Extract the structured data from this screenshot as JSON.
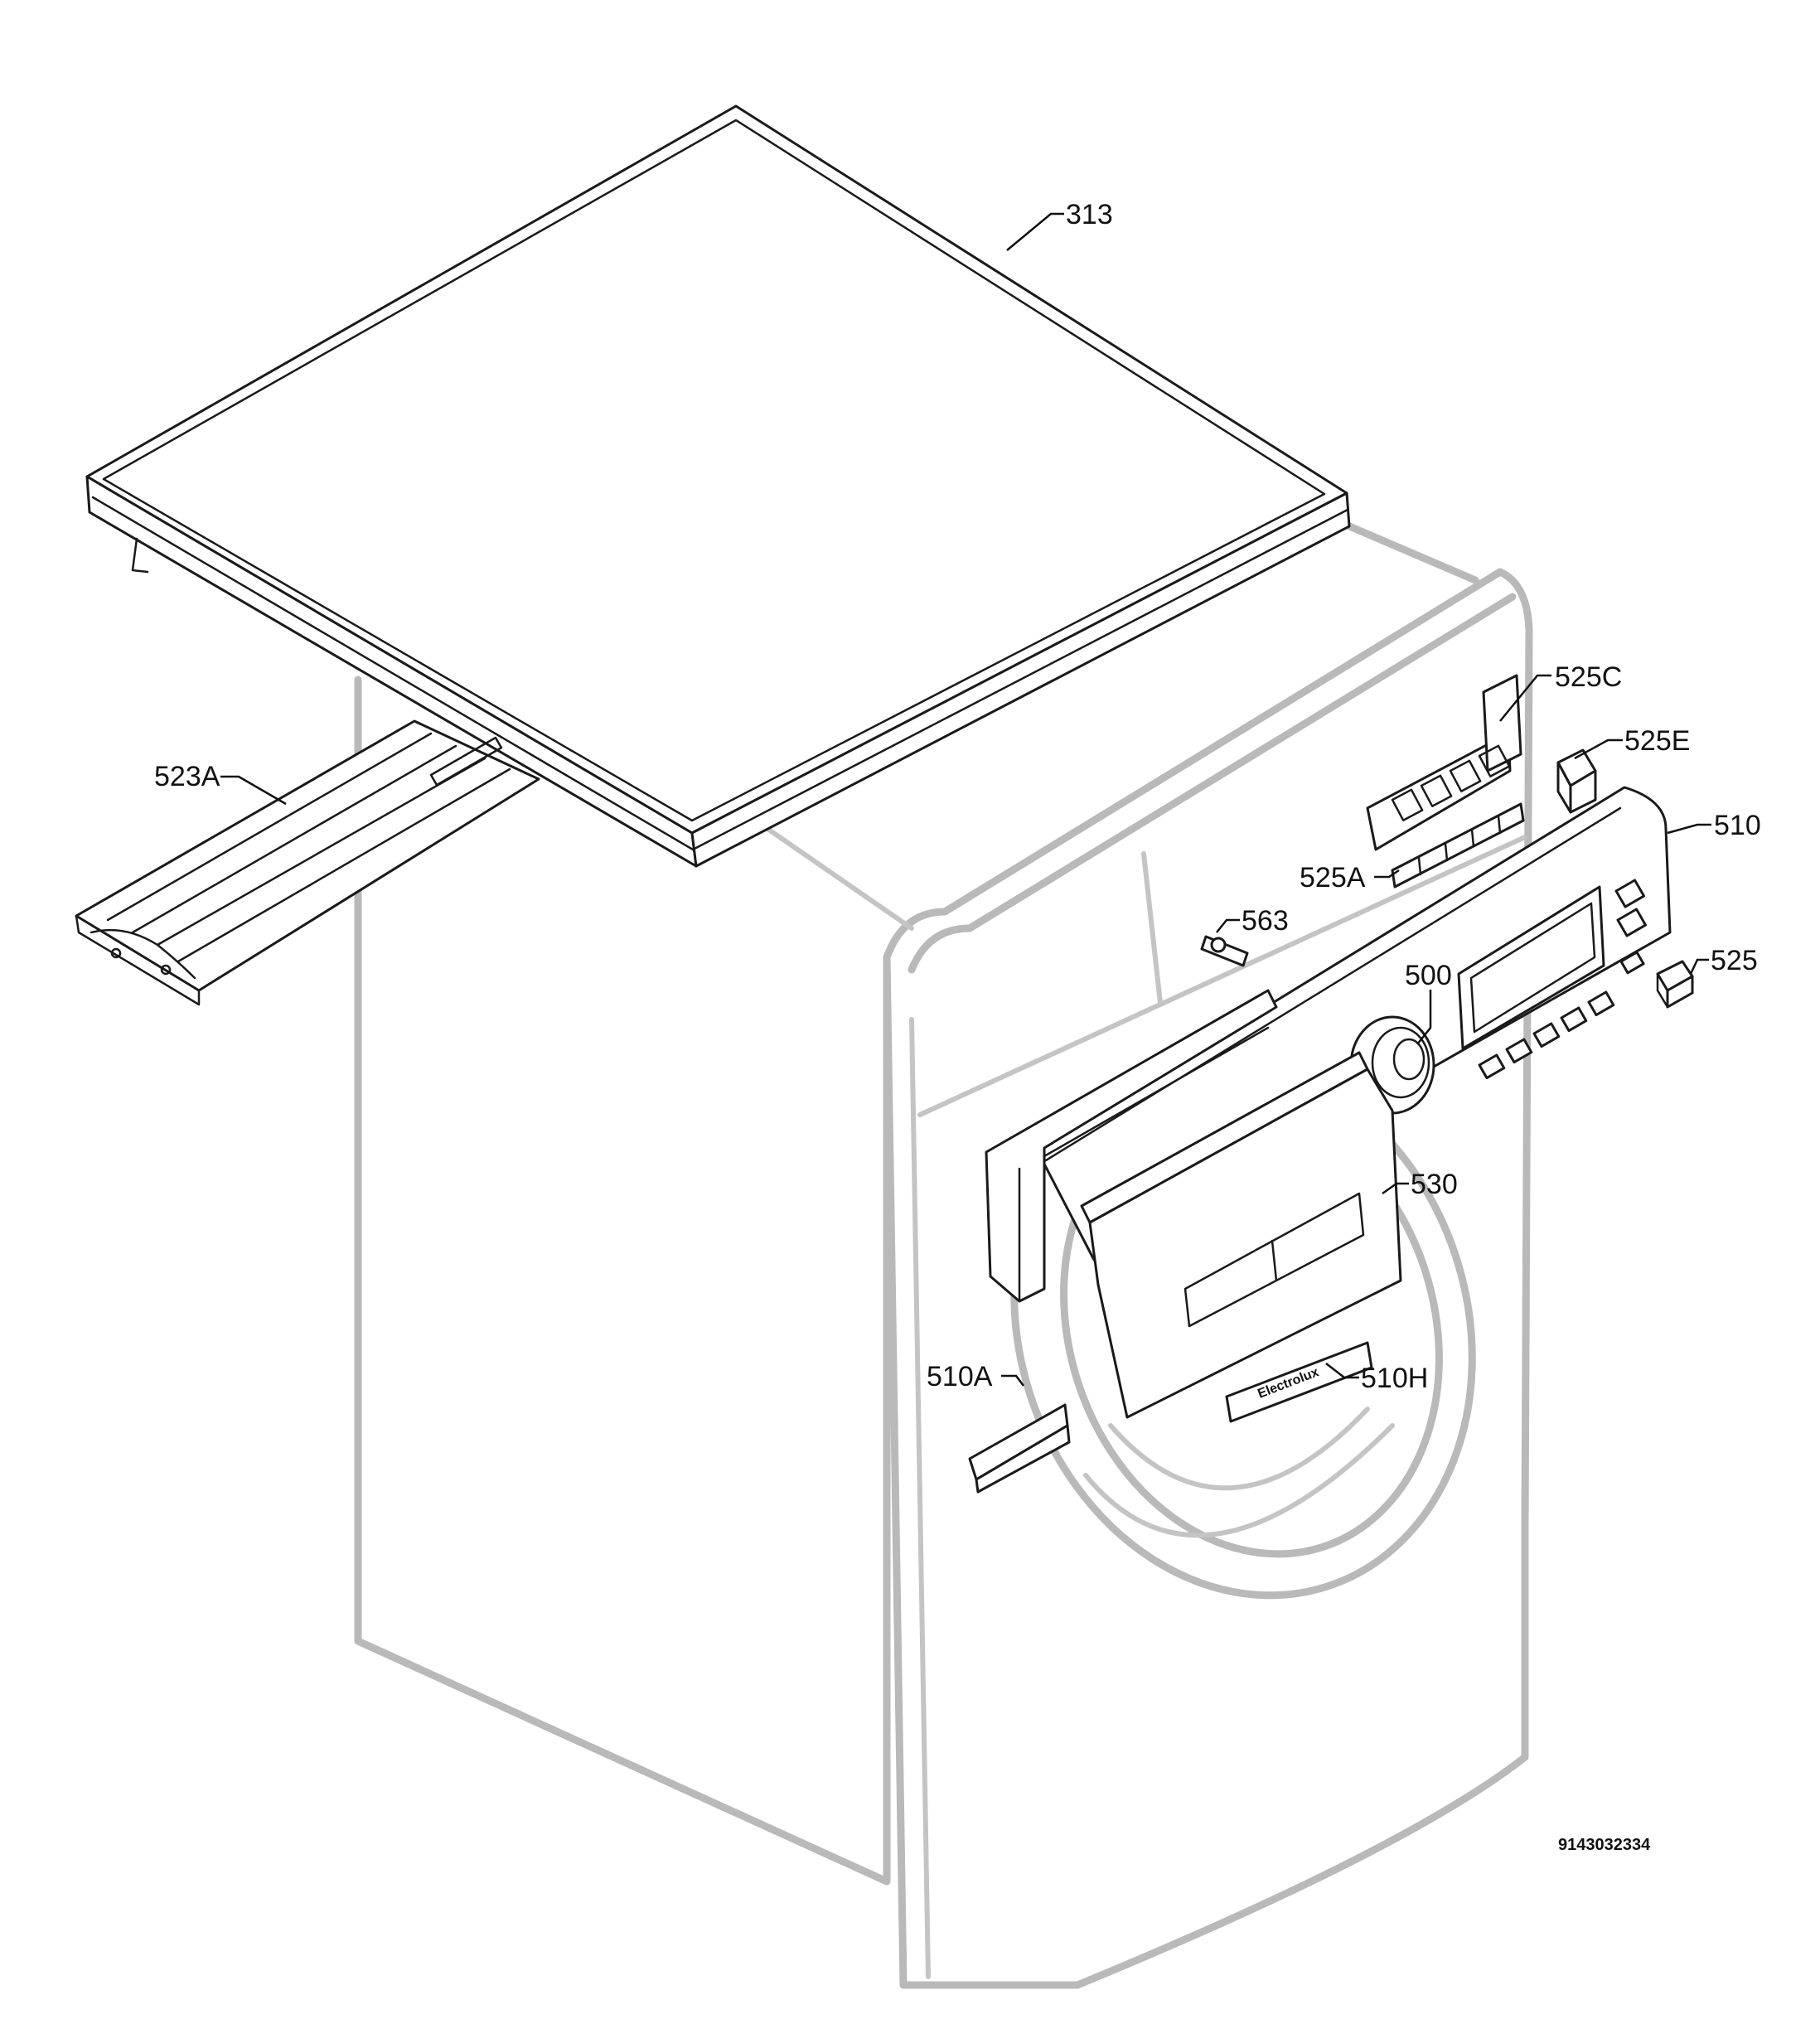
{
  "diagram": {
    "callouts": {
      "c313": "313",
      "c523A": "523A",
      "c525C": "525C",
      "c525E": "525E",
      "c510": "510",
      "c525A": "525A",
      "c563": "563",
      "c525": "525",
      "c500": "500",
      "c530": "530",
      "c510A": "510A",
      "c510H": "510H"
    },
    "logo_text": "Electrolux",
    "document_number": "9143032334"
  }
}
